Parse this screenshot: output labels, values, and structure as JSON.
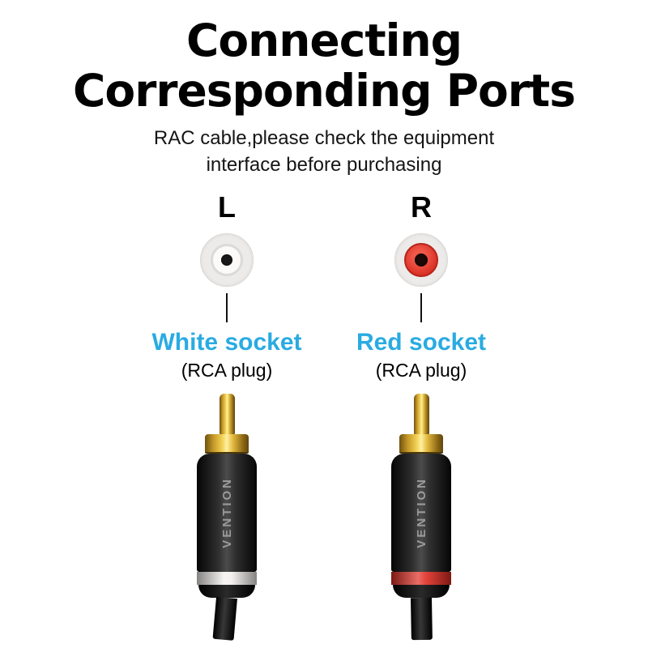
{
  "header": {
    "title_line1": "Connecting",
    "title_line2": "Corresponding Ports",
    "subtitle_line1": "RAC cable,please check the equipment",
    "subtitle_line2": "interface before purchasing"
  },
  "left_column": {
    "channel_label": "L",
    "socket_name": "White socket",
    "plug_note": "(RCA plug)",
    "brand_text": "VENTION",
    "band_color": "#f2efec",
    "socket_hole_color": "#181818",
    "socket_ring_color": "#fbfaf8"
  },
  "right_column": {
    "channel_label": "R",
    "socket_name": "Red socket",
    "plug_note": "(RCA plug)",
    "brand_text": "VENTION",
    "band_color": "#e02e24",
    "socket_hole_color": "#1c0806",
    "socket_ring_color": "#d92e22"
  },
  "colors": {
    "background": "#ffffff",
    "title_text": "#000000",
    "subtitle_text": "#151515",
    "socket_label_accent": "#29abe2",
    "plug_gold": "#f3d257",
    "plug_body_black": "#1c1c1c",
    "socket_bezel_gray": "#edebe9"
  },
  "icons": {
    "left_socket": "rca-socket-white-icon",
    "right_socket": "rca-socket-red-icon",
    "left_plug": "rca-plug-white-icon",
    "right_plug": "rca-plug-red-icon"
  }
}
